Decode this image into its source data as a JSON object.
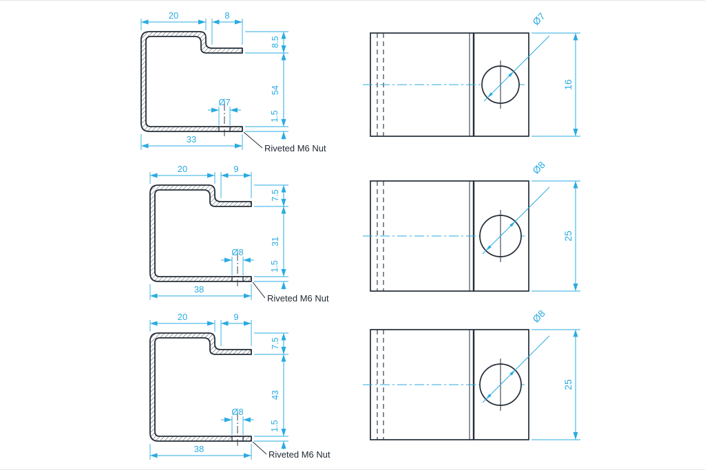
{
  "drawing": {
    "colors": {
      "outline": "#222b36",
      "dimension": "#29abe2",
      "background": "#ffffff"
    },
    "rows": [
      {
        "profile": {
          "top_width": "20",
          "tab_width": "8",
          "tab_drop": "8.5",
          "height": "54",
          "thickness": "1.5",
          "hole_dia": "Ø7",
          "bottom_width": "33",
          "note": "Riveted M6 Nut"
        },
        "front": {
          "hole_label": "Ø7",
          "depth": "16"
        }
      },
      {
        "profile": {
          "top_width": "20",
          "tab_width": "9",
          "tab_drop": "7.5",
          "height": "31",
          "thickness": "1.5",
          "hole_dia": "Ø8",
          "bottom_width": "38",
          "note": "Riveted M6 Nut"
        },
        "front": {
          "hole_label": "Ø8",
          "depth": "25"
        }
      },
      {
        "profile": {
          "top_width": "20",
          "tab_width": "9",
          "tab_drop": "7.5",
          "height": "43",
          "thickness": "1.5",
          "hole_dia": "Ø8",
          "bottom_width": "38",
          "note": "Riveted M6 Nut"
        },
        "front": {
          "hole_label": "Ø8",
          "depth": "25"
        }
      }
    ]
  }
}
